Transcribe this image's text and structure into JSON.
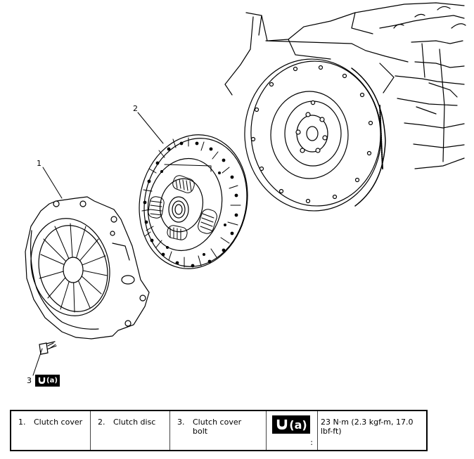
{
  "callouts": {
    "c1": "1",
    "c2": "2",
    "c3": "3"
  },
  "torque_symbol": "(a)",
  "legend": {
    "items": [
      {
        "num": "1.",
        "label": "Clutch cover"
      },
      {
        "num": "2.",
        "label": "Clutch disc"
      },
      {
        "num": "3.",
        "label": "Clutch cover bolt"
      }
    ],
    "torque_symbol": "(a)",
    "torque_colon": ":",
    "torque_value": "23 N·m (2.3 kgf-m, 17.0 lbf-ft)"
  }
}
